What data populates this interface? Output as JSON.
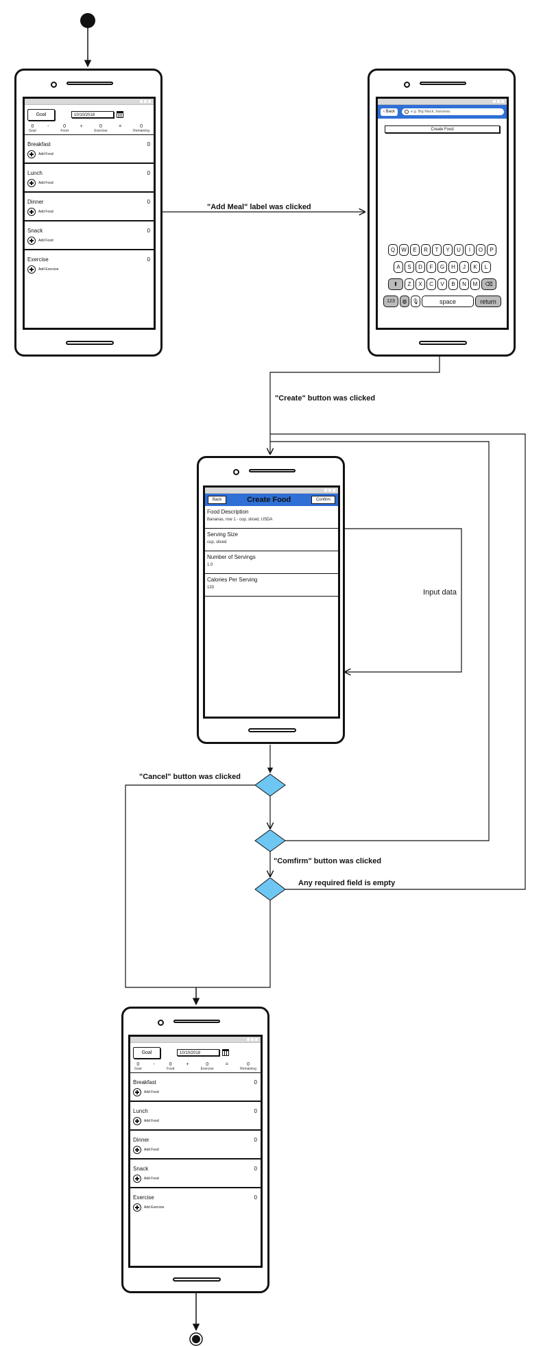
{
  "diary": {
    "goal_button": "Goal",
    "date": "10/10/2018",
    "summary": [
      {
        "value": "0",
        "label": "Goal"
      },
      {
        "value": "0",
        "label": "Food"
      },
      {
        "value": "0",
        "label": "Exercise"
      },
      {
        "value": "0",
        "label": "Remaining"
      }
    ],
    "ops": [
      "-",
      "+",
      "="
    ],
    "meals": [
      {
        "name": "Breakfast",
        "count": "0",
        "add_label": "Add Food"
      },
      {
        "name": "Lunch",
        "count": "0",
        "add_label": "Add Food"
      },
      {
        "name": "Dinner",
        "count": "0",
        "add_label": "Add Food"
      },
      {
        "name": "Snack",
        "count": "0",
        "add_label": "Add Food"
      },
      {
        "name": "Exercise",
        "count": "0",
        "add_label": "Add Exercise"
      }
    ]
  },
  "search_screen": {
    "back_label": "Back",
    "search_placeholder": "e.g. Big Mack, bananas",
    "create_food_button": "Create Food",
    "keyboard": {
      "row1": [
        "Q",
        "W",
        "E",
        "R",
        "T",
        "Y",
        "U",
        "I",
        "O",
        "P"
      ],
      "row2": [
        "A",
        "S",
        "D",
        "F",
        "G",
        "H",
        "J",
        "K",
        "L"
      ],
      "row3": [
        "Z",
        "X",
        "C",
        "V",
        "B",
        "N",
        "M"
      ],
      "numbers_key": "123",
      "space_key": "space",
      "return_key": "return"
    }
  },
  "create_food": {
    "back_label": "Back",
    "title": "Create Food",
    "confirm_label": "Confirm",
    "fields": [
      {
        "label": "Food Description",
        "value": "Bananas, row 1 - cup, sliced, USDA"
      },
      {
        "label": "Serving Size",
        "value": "cup, sliced"
      },
      {
        "label": "Number of Servings",
        "value": "1.0"
      },
      {
        "label": "Calories Per Serving",
        "value": "133"
      }
    ]
  },
  "transitions": {
    "add_meal": "\"Add Meal\" label was clicked",
    "create": "\"Create\" button was clicked",
    "input_data": "Input data",
    "cancel": "\"Cancel\" button was clicked",
    "confirm": "\"Comfirm\" button was clicked",
    "required_empty": "Any required field is empty"
  },
  "colors": {
    "decision": "#6ec6f2",
    "bluebar": "#2f6fd6"
  }
}
